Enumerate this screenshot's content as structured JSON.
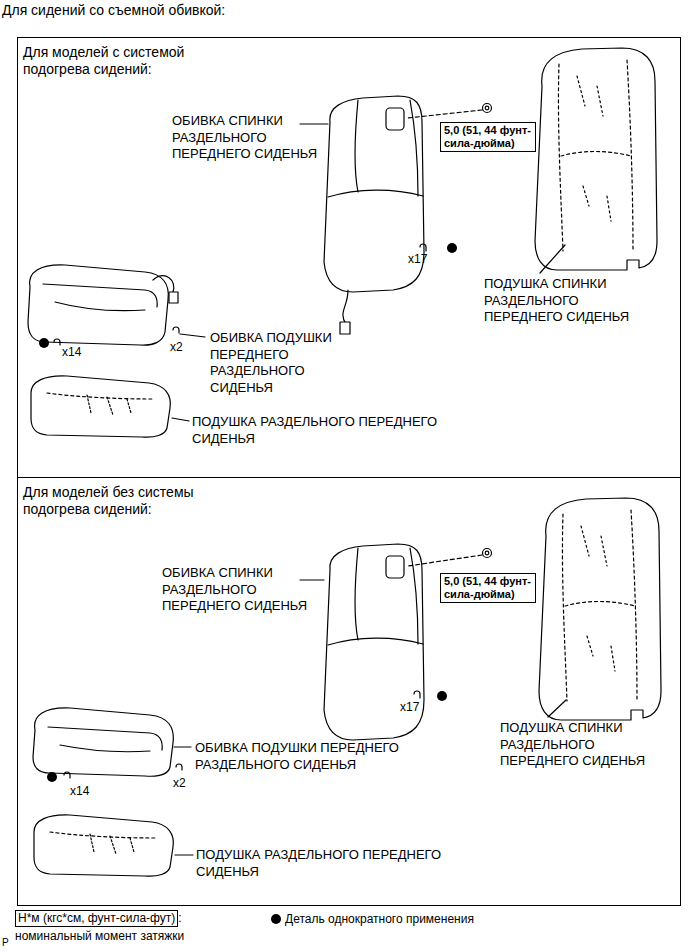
{
  "diagram": {
    "title": "Для сидений со съемной обивкой:",
    "nodes": [
      {
        "text": [
          "Для моделей с системой подогрева сидений:"
        ]
      },
      {
        "text": [
          "5,0 (51, 44 фунт-сила-дюйма)"
        ],
        "in": 0
      },
      {
        "text": [
          "Для моделей без системы подогрева сидений:"
        ]
      },
      {
        "text": [
          "5,0 (51, 44 фунт-сила-дюйма)"
        ],
        "in": 2
      },
      {
        "text": [
          "Н*м (кгс*см, фунт-сила-фут)"
        ]
      }
    ],
    "labels": [
      "ОБИВКА СПИНКИ РАЗДЕЛЬНОГО ПЕРЕДНЕГО СИДЕНЬЯ",
      "x17",
      "ПОДУШКА СПИНКИ РАЗДЕЛЬНОГО ПЕРЕДНЕГО СИДЕНЬЯ",
      "x14",
      "x2",
      "ОБИВКА ПОДУШКИ ПЕРЕДНЕГО РАЗДЕЛЬНОГО СИДЕНЬЯ",
      "ПОДУШКА РАЗДЕЛЬНОГО ПЕРЕДНЕГО СИДЕНЬЯ",
      "ОБИВКА СПИНКИ РАЗДЕЛЬНОГО ПЕРЕДНЕГО СИДЕНЬЯ",
      "x17",
      "ПОДУШКА СПИНКИ РАЗДЕЛЬНОГО ПЕРЕДНЕГО СИДЕНЬЯ",
      "x14",
      "x2",
      "ОБИВКА ПОДУШКИ ПЕРЕДНЕГО РАЗДЕЛЬНОГО СИДЕНЬЯ",
      "ПОДУШКА РАЗДЕЛЬНОГО ПЕРЕДНЕГО СИДЕНЬЯ",
      "P"
    ],
    "legend": [
      {
        "text": ": номинальный момент затяжки"
      },
      {
        "text": "Деталь однократного применения"
      }
    ]
  }
}
